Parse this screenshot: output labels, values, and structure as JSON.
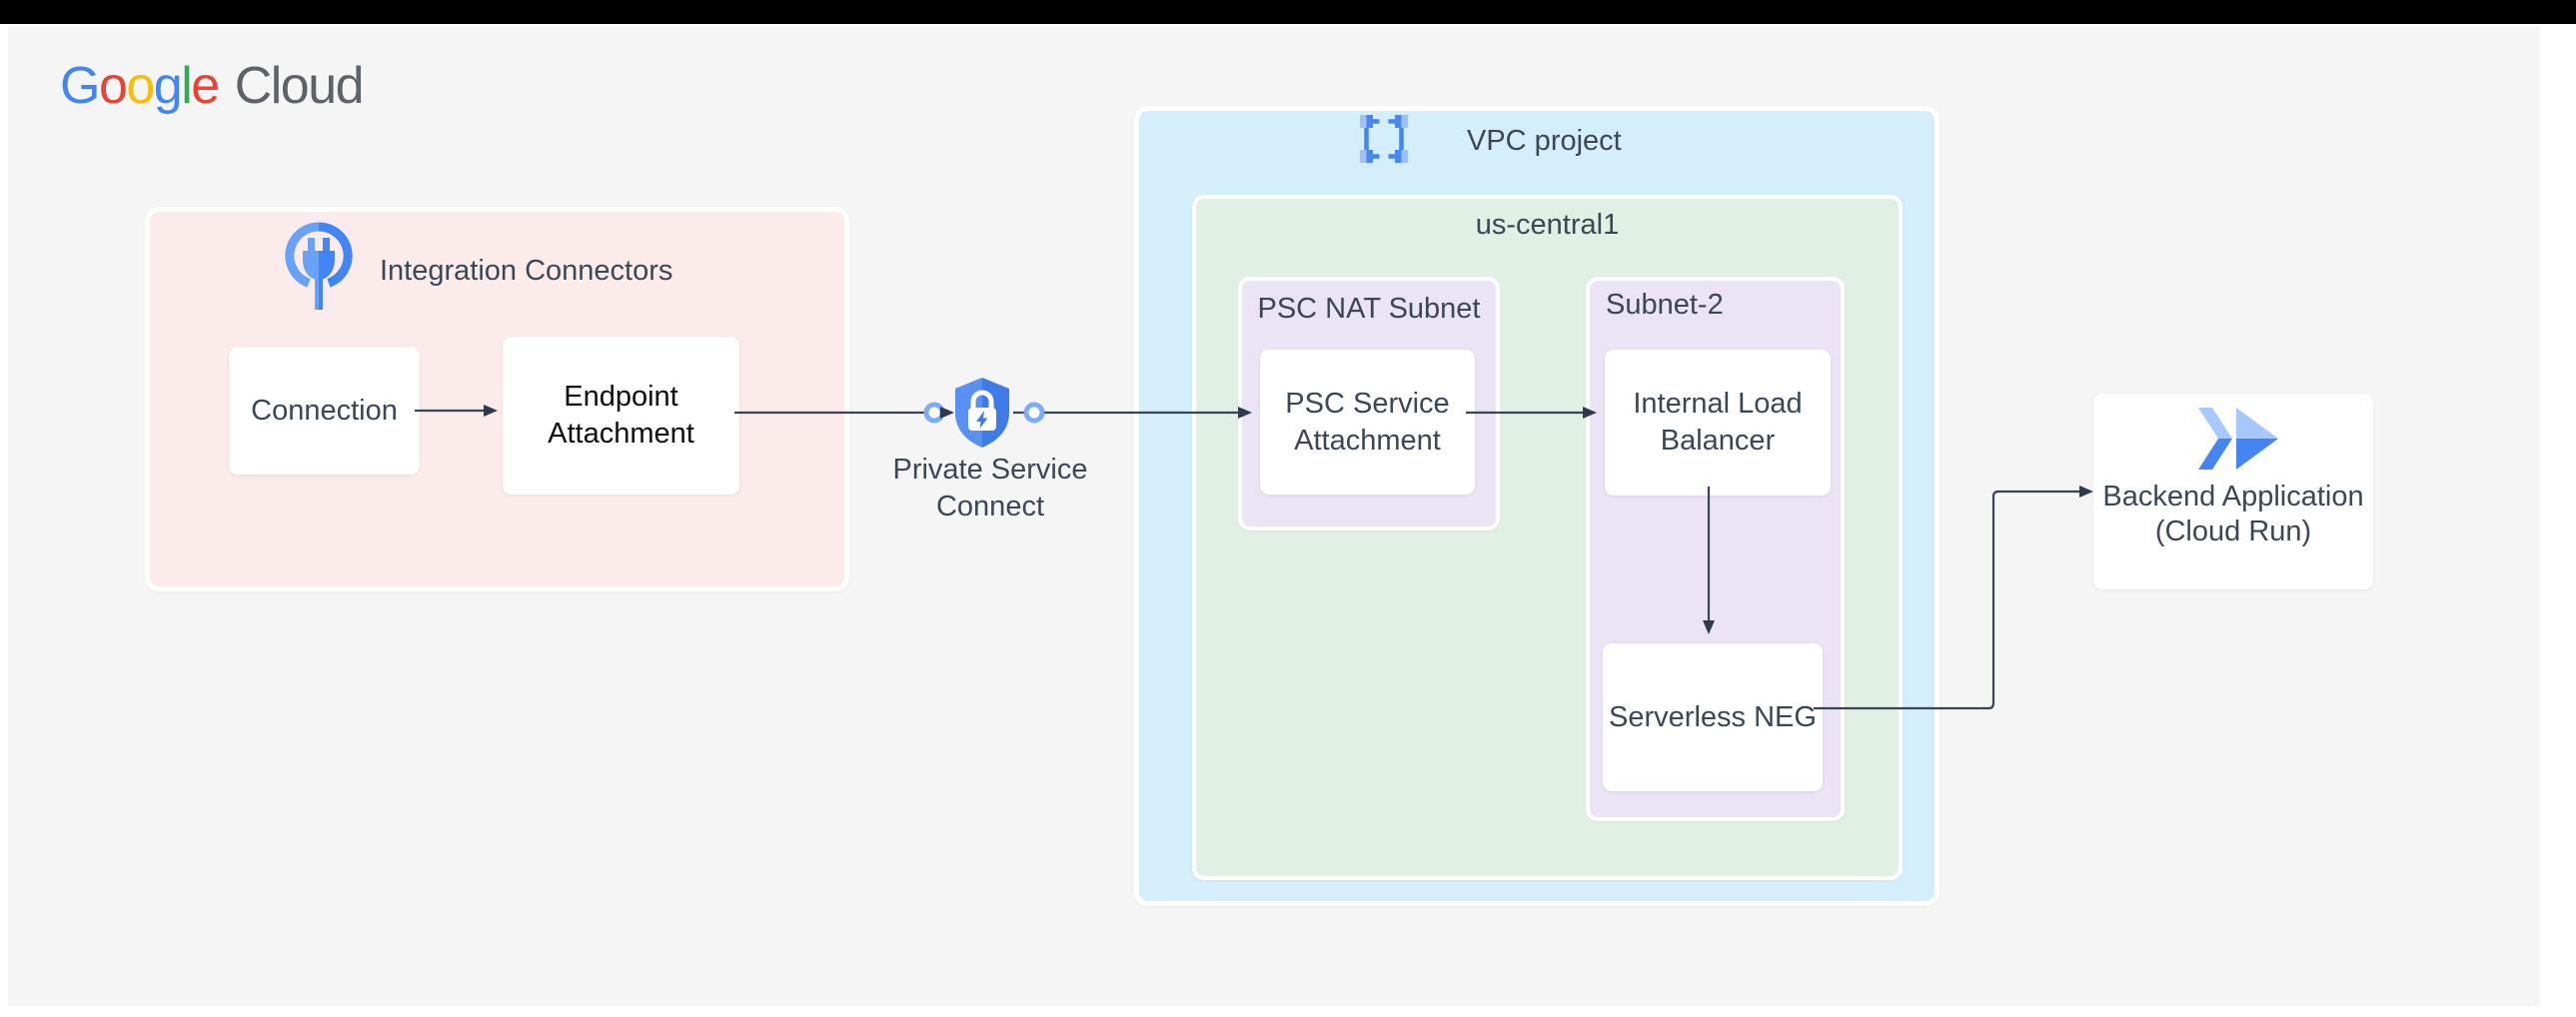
{
  "brand": {
    "letters": [
      "G",
      "o",
      "o",
      "g",
      "l",
      "e"
    ],
    "suffix": "Cloud"
  },
  "diagram": {
    "integration": {
      "title": "Integration Connectors",
      "connection_label": "Connection",
      "endpoint_attachment_label": "Endpoint Attachment"
    },
    "psc": {
      "label": "Private Service Connect"
    },
    "vpc": {
      "title": "VPC project",
      "region": {
        "title": "us-central1",
        "psc_nat_subnet": {
          "title": "PSC NAT Subnet",
          "service_attachment_label": "PSC Service Attachment"
        },
        "subnet2": {
          "title": "Subnet-2",
          "ilb_label": "Internal Load Balancer",
          "neg_label": "Serverless NEG"
        }
      }
    },
    "backend": {
      "label": "Backend Application (Cloud Run)"
    }
  },
  "icons": {
    "brand": "google-cloud-logo",
    "integration": "plug-icon",
    "psc": "shield-lock-icon",
    "vpc": "vpc-frame-icon",
    "backend": "cloud-run-icon",
    "connectors": "connector-ring-icon"
  },
  "colors": {
    "brand_blue": "#4285F4",
    "brand_red": "#EA4335",
    "brand_yellow": "#FBBC05",
    "brand_green": "#34A853",
    "cloud_gray": "#5f6368",
    "integration_bg": "#fcebeb",
    "vpc_bg": "#d5eefb",
    "region_bg": "#e1f0e5",
    "subnet_bg": "#ebe4f5",
    "node_bg": "#ffffff",
    "line": "#3a4553",
    "text": "#3d4654",
    "canvas": "#f5f5f6"
  }
}
